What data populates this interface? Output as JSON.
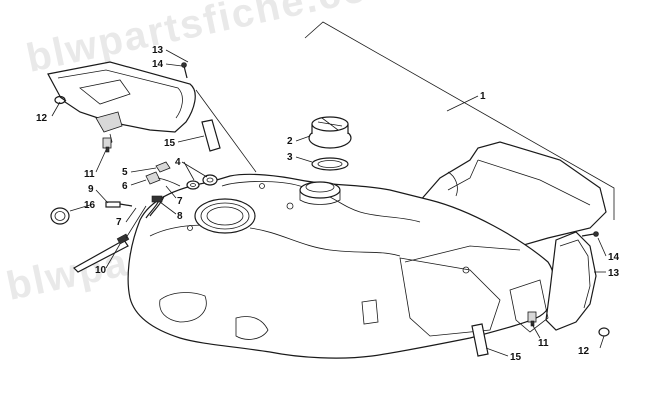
{
  "watermark": {
    "text": "blwpartsfiche.com",
    "text_top": "blwpartsfiche.com"
  },
  "callouts": [
    {
      "id": "c1",
      "label": "1"
    },
    {
      "id": "c2",
      "label": "2"
    },
    {
      "id": "c3",
      "label": "3"
    },
    {
      "id": "c4",
      "label": "4"
    },
    {
      "id": "c5",
      "label": "5"
    },
    {
      "id": "c6",
      "label": "6"
    },
    {
      "id": "c7a",
      "label": "7"
    },
    {
      "id": "c7b",
      "label": "7"
    },
    {
      "id": "c8",
      "label": "8"
    },
    {
      "id": "c9",
      "label": "9"
    },
    {
      "id": "c10",
      "label": "10"
    },
    {
      "id": "c11a",
      "label": "11"
    },
    {
      "id": "c11b",
      "label": "11"
    },
    {
      "id": "c12a",
      "label": "12"
    },
    {
      "id": "c12b",
      "label": "12"
    },
    {
      "id": "c13a",
      "label": "13"
    },
    {
      "id": "c13b",
      "label": "13"
    },
    {
      "id": "c14a",
      "label": "14"
    },
    {
      "id": "c14b",
      "label": "14"
    },
    {
      "id": "c15a",
      "label": "15"
    },
    {
      "id": "c15b",
      "label": "15"
    },
    {
      "id": "c16",
      "label": "16"
    }
  ]
}
